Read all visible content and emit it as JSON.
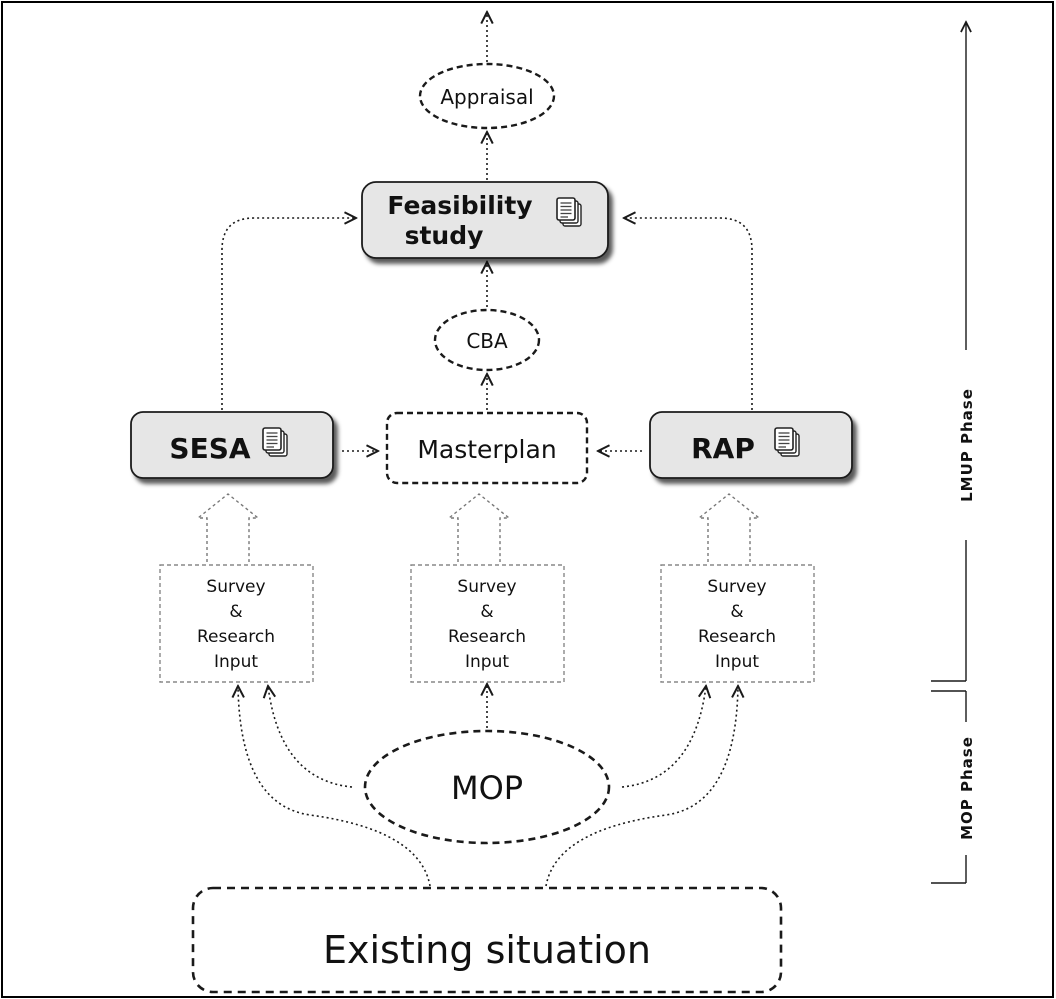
{
  "nodes": {
    "appraisal": "Appraisal",
    "feasibility_line1": "Feasibility",
    "feasibility_line2": "study",
    "cba": "CBA",
    "sesa": "SESA",
    "masterplan": "Masterplan",
    "rap": "RAP",
    "survey_left": [
      "Survey",
      "&",
      "Research",
      "Input"
    ],
    "survey_middle": [
      "Survey",
      "&",
      "Research",
      "Input"
    ],
    "survey_right": [
      "Survey",
      "&",
      "Research",
      "Input"
    ],
    "mop": "MOP",
    "existing": "Existing situation"
  },
  "phases": {
    "lmup": "LMUP Phase",
    "mop": "MOP Phase"
  },
  "icons": {
    "document_stack": "document-stack-icon"
  },
  "colors": {
    "box_fill": "#e6e6e6",
    "stroke": "#1a1a1a",
    "light_stroke": "#9a9a9a",
    "text": "#111111"
  }
}
